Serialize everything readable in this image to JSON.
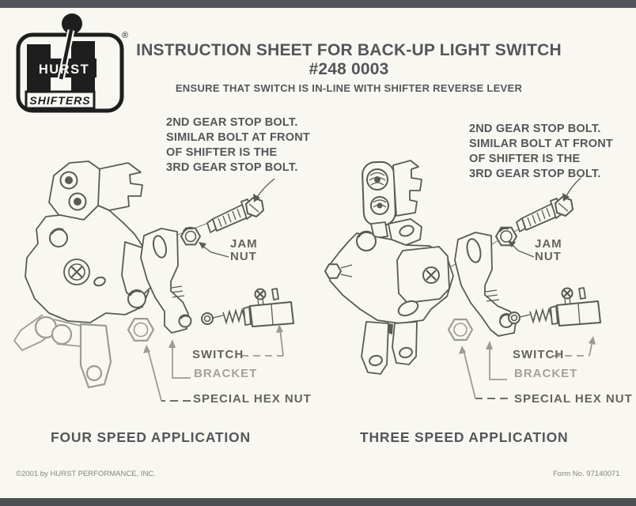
{
  "theme": {
    "paper": "#f8f7f2",
    "band_top": "#51555a",
    "band_bottom": "#4c5053",
    "ink": "#55565a",
    "label": "#64635c",
    "label_light": "#a3a299",
    "line": "#5b5b56",
    "line_gray": "#9c9b93",
    "footer_text": "#85857f",
    "logo_ink": "#1e1e1e"
  },
  "logo": {
    "brand": "HURST",
    "sub_brand": "SHIFTERS",
    "registered_mark": "®"
  },
  "header": {
    "title": "INSTRUCTION SHEET FOR BACK-UP LIGHT SWITCH",
    "part_number": "#248 0003",
    "subtitle": "ENSURE THAT SWITCH IS IN-LINE WITH SHIFTER REVERSE LEVER"
  },
  "left_diagram": {
    "caption": "FOUR SPEED APPLICATION",
    "note": {
      "line1": "2ND GEAR STOP BOLT.",
      "line2": "SIMILAR BOLT AT FRONT",
      "line3": "OF SHIFTER IS THE",
      "line4": "3RD GEAR STOP BOLT."
    },
    "labels": {
      "jam_nut_line1": "JAM",
      "jam_nut_line2": "NUT",
      "switch": "SWITCH",
      "bracket": "BRACKET",
      "special_hex_nut": "SPECIAL HEX NUT"
    }
  },
  "right_diagram": {
    "caption": "THREE SPEED APPLICATION",
    "note": {
      "line1": "2ND GEAR STOP BOLT.",
      "line2": "SIMILAR BOLT AT FRONT",
      "line3": "OF SHIFTER IS THE",
      "line4": "3RD GEAR STOP BOLT."
    },
    "labels": {
      "jam_nut_line1": "JAM",
      "jam_nut_line2": "NUT",
      "switch": "SWITCH",
      "bracket": "BRACKET",
      "special_hex_nut": "SPECIAL HEX NUT"
    }
  },
  "footer": {
    "copyright": "©2001 by HURST PERFORMANCE, INC.",
    "form_number": "Form No. 97140071"
  }
}
